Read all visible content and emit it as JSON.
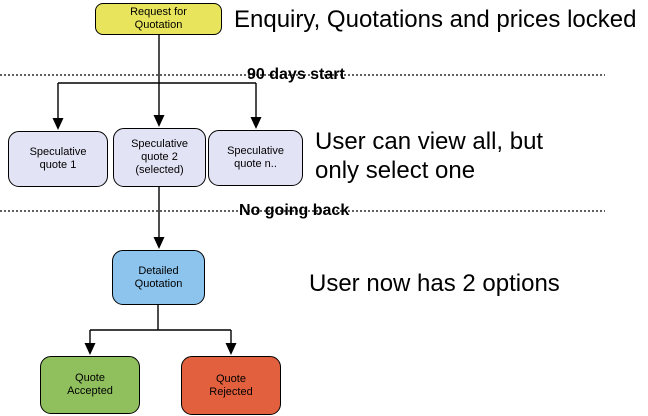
{
  "diagram": {
    "nodes": {
      "request": {
        "label": "Request for\nQuotation",
        "color": "#e8e55c"
      },
      "spec1": {
        "label": "Speculative\nquote 1",
        "color": "#e3e3f6"
      },
      "spec2": {
        "label": "Speculative\nquote 2\n(selected)",
        "color": "#e3e3f6"
      },
      "specN": {
        "label": "Speculative\nquote n..",
        "color": "#e3e3f6"
      },
      "detailed": {
        "label": "Detailed\nQuotation",
        "color": "#8dc4ee"
      },
      "accepted": {
        "label": "Quote\nAccepted",
        "color": "#90c05e"
      },
      "rejected": {
        "label": "Quote\nRejected",
        "color": "#e2603e"
      }
    },
    "phase_labels": {
      "phase1": "90 days start",
      "phase2": "No going back"
    },
    "annotations": {
      "top": "Enquiry, Quotations and prices locked",
      "middle": "User can view all, but\nonly select one",
      "bottom": "User now has 2 options"
    },
    "colors": {
      "line": "#000000",
      "background": "#ffffff"
    }
  }
}
